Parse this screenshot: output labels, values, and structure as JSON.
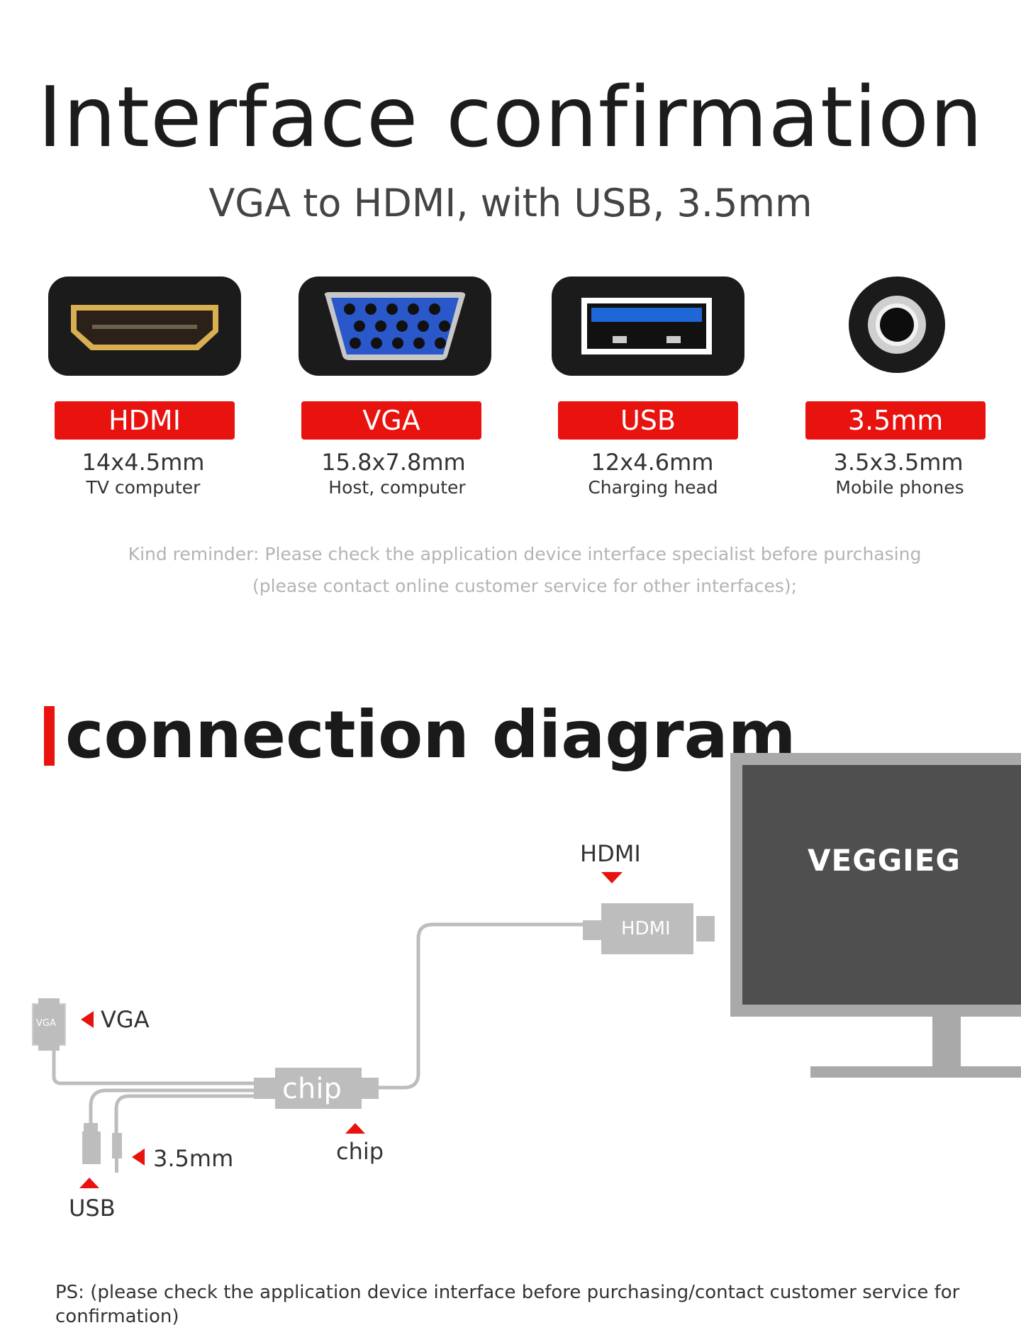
{
  "header": {
    "title": "Interface confirmation",
    "subtitle": "VGA to HDMI, with USB, 3.5mm"
  },
  "interfaces": [
    {
      "name": "HDMI",
      "size": "14x4.5mm",
      "use": "TV computer"
    },
    {
      "name": "VGA",
      "size": "15.8x7.8mm",
      "use": "Host, computer"
    },
    {
      "name": "USB",
      "size": "12x4.6mm",
      "use": "Charging head"
    },
    {
      "name": "3.5mm",
      "size": "3.5x3.5mm",
      "use": "Mobile phones"
    }
  ],
  "reminder": {
    "line1": "Kind reminder: Please check the application device interface specialist before purchasing",
    "line2": "(please contact online customer service for other interfaces);"
  },
  "connection": {
    "title": "connection diagram",
    "monitor_brand": "VEGGIEG",
    "labels": {
      "hdmi": "HDMI",
      "hdmi_plug": "HDMI",
      "vga": "VGA",
      "vga_plug": "VGA",
      "chip_box": "chip",
      "chip": "chip",
      "audio": "3.5mm",
      "usb": "USB"
    }
  },
  "footnote": "PS: (please check the application device interface before purchasing/contact customer service for confirmation)",
  "colors": {
    "accent": "#e8120f",
    "usb_blue": "#1f66d6",
    "vga_blue": "#2a57c9",
    "hdmi_gold": "#d8b052",
    "monitor": "#4f4f4f",
    "monitor_frame": "#a9a9a9"
  }
}
